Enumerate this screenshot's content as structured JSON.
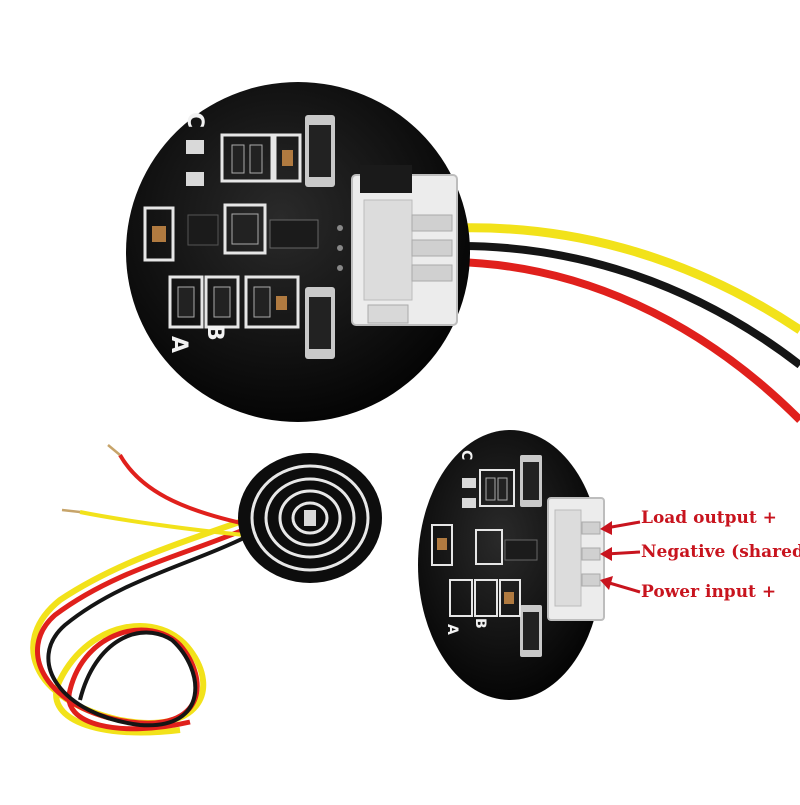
{
  "board_large": {
    "silk_c": "C",
    "silk_a": "A",
    "silk_b": "B"
  },
  "board_small": {
    "silk_c": "C",
    "silk_a": "A",
    "silk_b": "B"
  },
  "callouts": {
    "load_output": "Load output +",
    "negative": "Negative (shared)",
    "power_input": "Power input +"
  },
  "colors": {
    "pcb": "#111111",
    "pad": "#d9d9d9",
    "connector": "#eeeeee",
    "wire_yellow": "#f2e21a",
    "wire_black": "#111111",
    "wire_red": "#e0201c",
    "callout": "#c8141e"
  }
}
